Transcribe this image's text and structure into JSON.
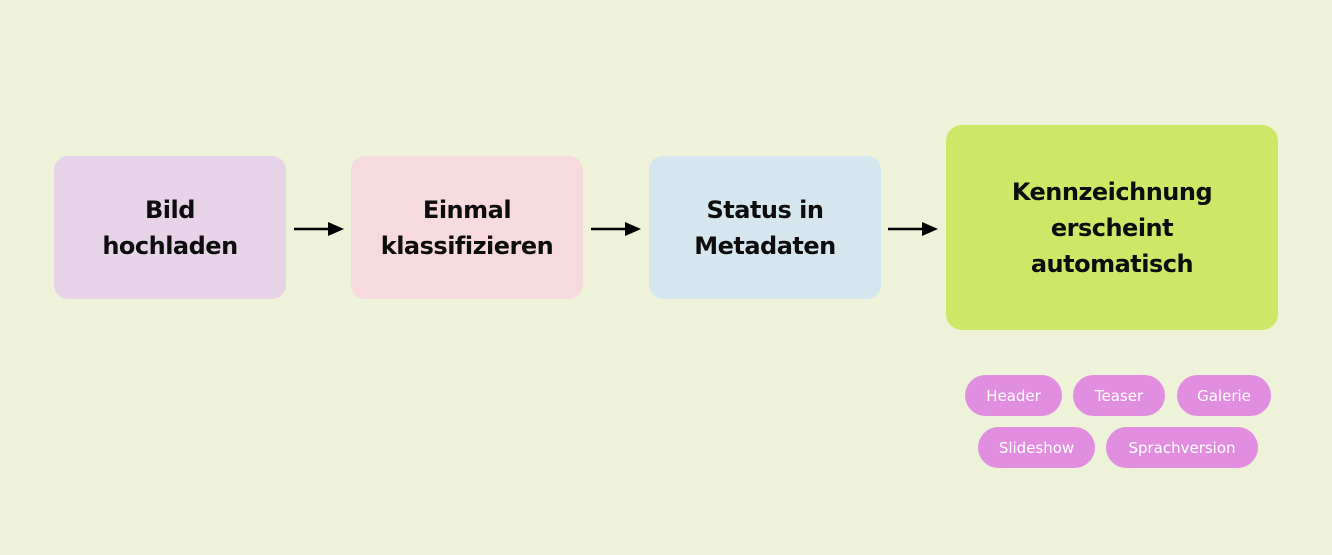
{
  "steps": [
    {
      "label": "Bild\nhochladen",
      "color": "#e6d3e8"
    },
    {
      "label": "Einmal\nklassifizieren",
      "color": "#f6dade"
    },
    {
      "label": "Status in\nMetadaten",
      "color": "#d6e6ef"
    },
    {
      "label": "Kennzeichnung\nerscheint\nautomatisch",
      "color": "#cce866"
    }
  ],
  "tags": [
    "Header",
    "Teaser",
    "Galerie",
    "Slideshow",
    "Sprachversion"
  ],
  "colors": {
    "background": "#eef2d8",
    "tag": "#e28ee0",
    "arrow": "#000000"
  }
}
